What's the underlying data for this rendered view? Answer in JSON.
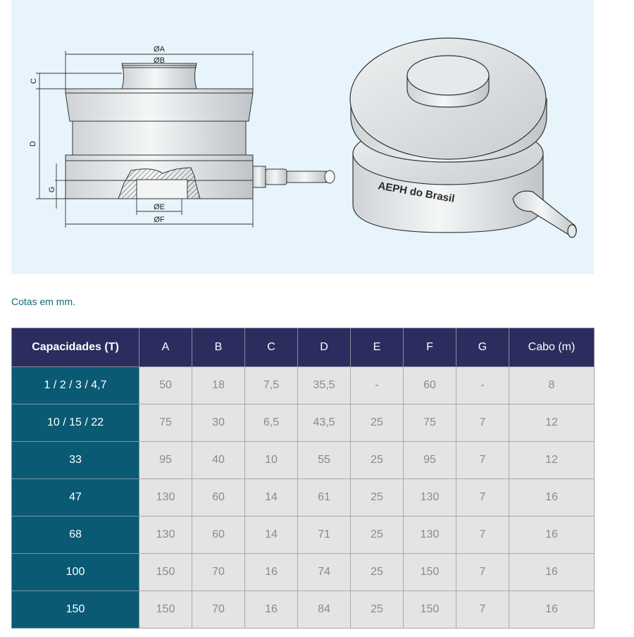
{
  "figure": {
    "labels": {
      "dim_A": "ØA",
      "dim_B": "ØB",
      "dim_C": "C",
      "dim_D": "D",
      "dim_E": "ØE",
      "dim_F": "ØF",
      "dim_G": "G"
    },
    "brand_logo": "AEPH do Brasil",
    "colors": {
      "panel": "#e8f4fc",
      "stroke": "#333333"
    }
  },
  "caption": "Cotas em mm.",
  "table": {
    "headers": [
      "Capacidades (T)",
      "A",
      "B",
      "C",
      "D",
      "E",
      "F",
      "G",
      "Cabo (m)"
    ],
    "rows": [
      [
        "1 / 2 / 3 / 4,7",
        "50",
        "18",
        "7,5",
        "35,5",
        "-",
        "60",
        "-",
        "8"
      ],
      [
        "10 / 15 / 22",
        "75",
        "30",
        "6,5",
        "43,5",
        "25",
        "75",
        "7",
        "12"
      ],
      [
        "33",
        "95",
        "40",
        "10",
        "55",
        "25",
        "95",
        "7",
        "12"
      ],
      [
        "47",
        "130",
        "60",
        "14",
        "61",
        "25",
        "130",
        "7",
        "16"
      ],
      [
        "68",
        "130",
        "60",
        "14",
        "71",
        "25",
        "130",
        "7",
        "16"
      ],
      [
        "100",
        "150",
        "70",
        "16",
        "74",
        "25",
        "150",
        "7",
        "16"
      ],
      [
        "150",
        "150",
        "70",
        "16",
        "84",
        "25",
        "150",
        "7",
        "16"
      ]
    ],
    "colors": {
      "header_bg": "#2b2d5e",
      "capacity_bg": "#0b5a74",
      "cell_bg": "#e4e4e4"
    }
  }
}
